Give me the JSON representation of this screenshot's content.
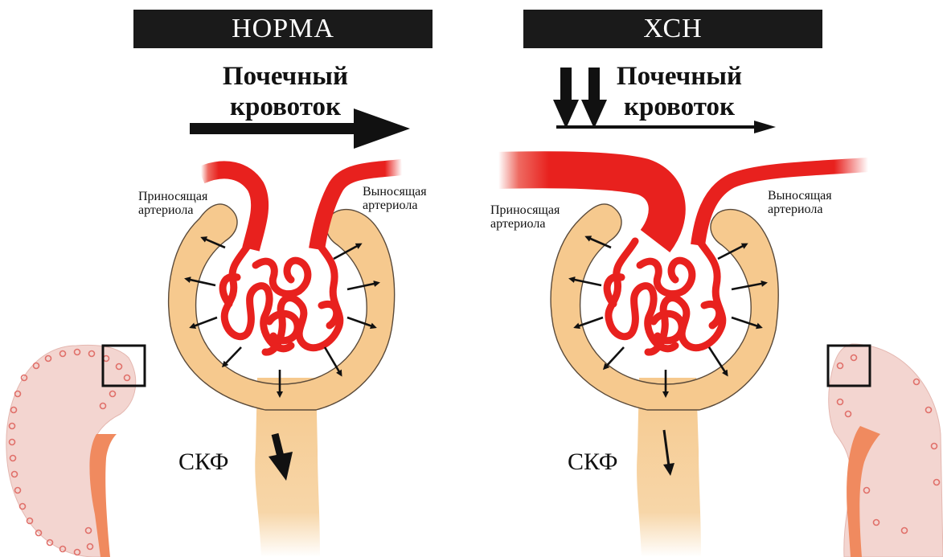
{
  "panels": {
    "normal": {
      "header": "НОРМА",
      "flow_line1": "Почечный",
      "flow_line2": "кровоток",
      "afferent_line1": "Приносящая",
      "afferent_line2": "артериола",
      "efferent_line1": "Выносящая",
      "efferent_line2": "артериола",
      "gfr": "СКФ"
    },
    "ckd": {
      "header": "ХСН",
      "flow_line1": "Почечный",
      "flow_line2": "кровоток",
      "afferent_line1": "Приносящая",
      "afferent_line2": "артериола",
      "efferent_line1": "Выносящая",
      "efferent_line2": "артериола",
      "gfr": "СКФ"
    }
  },
  "colors": {
    "header_bg": "#1a1a1a",
    "capsule": "#f6c98e",
    "vessel": "#e8211e",
    "kidney": "#f3d5d0",
    "arrow": "#111111"
  }
}
